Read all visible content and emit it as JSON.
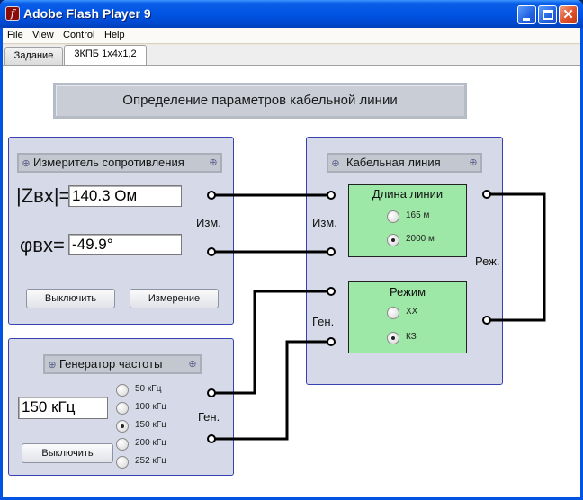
{
  "window": {
    "title": "Adobe Flash Player 9",
    "app_icon_glyph": "f"
  },
  "menu": [
    "File",
    "View",
    "Control",
    "Help"
  ],
  "tabs": [
    {
      "label": "Задание",
      "active": false
    },
    {
      "label": "3КПБ 1х4х1,2",
      "active": true
    }
  ],
  "header": {
    "title": "Определение параметров кабельной линии"
  },
  "meter": {
    "title": "Измеритель сопротивления",
    "z_symbol": "|Zвх|=",
    "z_value": "140.3 Ом",
    "phi_symbol": "φвх=",
    "phi_value": "-49.9°",
    "terminal_label": "Изм.",
    "off_button": "Выключить",
    "measure_button": "Измерение"
  },
  "generator": {
    "title": "Генератор частоты",
    "value": "150 кГц",
    "terminal_label": "Ген.",
    "off_button": "Выключить",
    "options": [
      {
        "label": "50 кГц",
        "selected": false
      },
      {
        "label": "100 кГц",
        "selected": false
      },
      {
        "label": "150 кГц",
        "selected": true
      },
      {
        "label": "200 кГц",
        "selected": false
      },
      {
        "label": "252 кГц",
        "selected": false
      }
    ]
  },
  "cable": {
    "title": "Кабельная линия",
    "meter_terminal_label": "Изм.",
    "gen_terminal_label": "Ген.",
    "mode_terminal_label": "Реж.",
    "length": {
      "title": "Длина линии",
      "options": [
        {
          "label": "165 м",
          "selected": false
        },
        {
          "label": "2000 м",
          "selected": true
        }
      ]
    },
    "mode": {
      "title": "Режим",
      "options": [
        {
          "label": "ХХ",
          "selected": false
        },
        {
          "label": "КЗ",
          "selected": true
        }
      ]
    }
  },
  "colors": {
    "panel_border": "#3642b0",
    "panel_fill": "#d6dae8",
    "green_box": "#9de8a6",
    "titlebar": "#0054e3"
  }
}
